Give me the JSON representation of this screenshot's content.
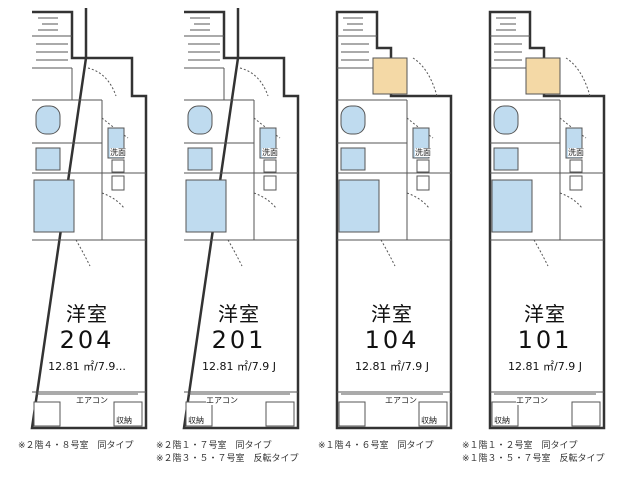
{
  "plans": [
    {
      "room_type": "洋室",
      "room_number": "204",
      "area": "12.81 ㎡/7.9...",
      "labels": {
        "washroom": "洗面",
        "aircon": "エアコン",
        "storage": "収納"
      },
      "notes": [
        "※２階４・８号室　同タイプ"
      ]
    },
    {
      "room_type": "洋室",
      "room_number": "201",
      "area": "12.81 ㎡/7.9 J",
      "labels": {
        "washroom": "洗面",
        "aircon": "エアコン",
        "storage": "収納"
      },
      "notes": [
        "※２階１・７号室　同タイプ",
        "※２階３・５・７号室　反転タイプ"
      ]
    },
    {
      "room_type": "洋室",
      "room_number": "104",
      "area": "12.81 ㎡/7.9 J",
      "labels": {
        "washroom": "洗面",
        "aircon": "エアコン",
        "storage": "収納"
      },
      "notes": [
        "※１階４・６号室　同タイプ"
      ]
    },
    {
      "room_type": "洋室",
      "room_number": "101",
      "area": "12.81 ㎡/7.9 J",
      "labels": {
        "washroom": "洗面",
        "aircon": "エアコン",
        "storage": "収納"
      },
      "notes": [
        "※１階１・２号室　同タイプ",
        "※１階３・５・７号室　反転タイプ"
      ]
    }
  ],
  "colors": {
    "fixture": "#bfdbef",
    "stair_fill": "#f4d9a6",
    "wall": "#333333"
  }
}
